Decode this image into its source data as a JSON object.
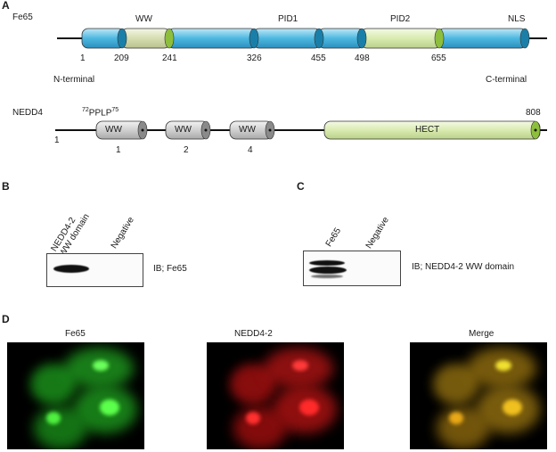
{
  "panels": {
    "a": "A",
    "b": "B",
    "c": "C",
    "d": "D"
  },
  "fe65": {
    "name": "Fe65",
    "domains": {
      "ww": "WW",
      "pid1": "PID1",
      "pid2": "PID2",
      "nls": "NLS"
    },
    "positions": [
      "1",
      "209",
      "241",
      "326",
      "455",
      "498",
      "655"
    ],
    "n_terminal": "N-terminal",
    "c_terminal": "C-terminal"
  },
  "nedd4": {
    "name": "NEDD4",
    "motif_start": "72",
    "motif": "PPLP",
    "motif_end": "75",
    "start": "1",
    "end": "808",
    "ww_label": "WW",
    "ww_numbers": [
      "1",
      "2",
      "4"
    ],
    "hect": "HECT"
  },
  "blot_b": {
    "lane1_line1": "NEDD4-2",
    "lane1_line2": "WW domain",
    "lane2": "Negative",
    "ib": "IB; Fe65"
  },
  "blot_c": {
    "lane1": "Fe65",
    "lane2": "Negative",
    "ib": "IB; NEDD4-2 WW domain"
  },
  "micrographs": {
    "green": "Fe65",
    "red": "NEDD4-2",
    "merge": "Merge"
  },
  "colors": {
    "blue_segment": "#4db8e0",
    "ww_segment": "#d6ddb0",
    "pid2_segment": "#d9ebb0",
    "green_cap": "#8dbf3c",
    "teal_cap": "#1a7fa8",
    "grey_segment": "#d0d0d0",
    "fluor_green": "#2cd42c",
    "fluor_red": "#ff2020",
    "fluor_merge": "#e0b020"
  }
}
